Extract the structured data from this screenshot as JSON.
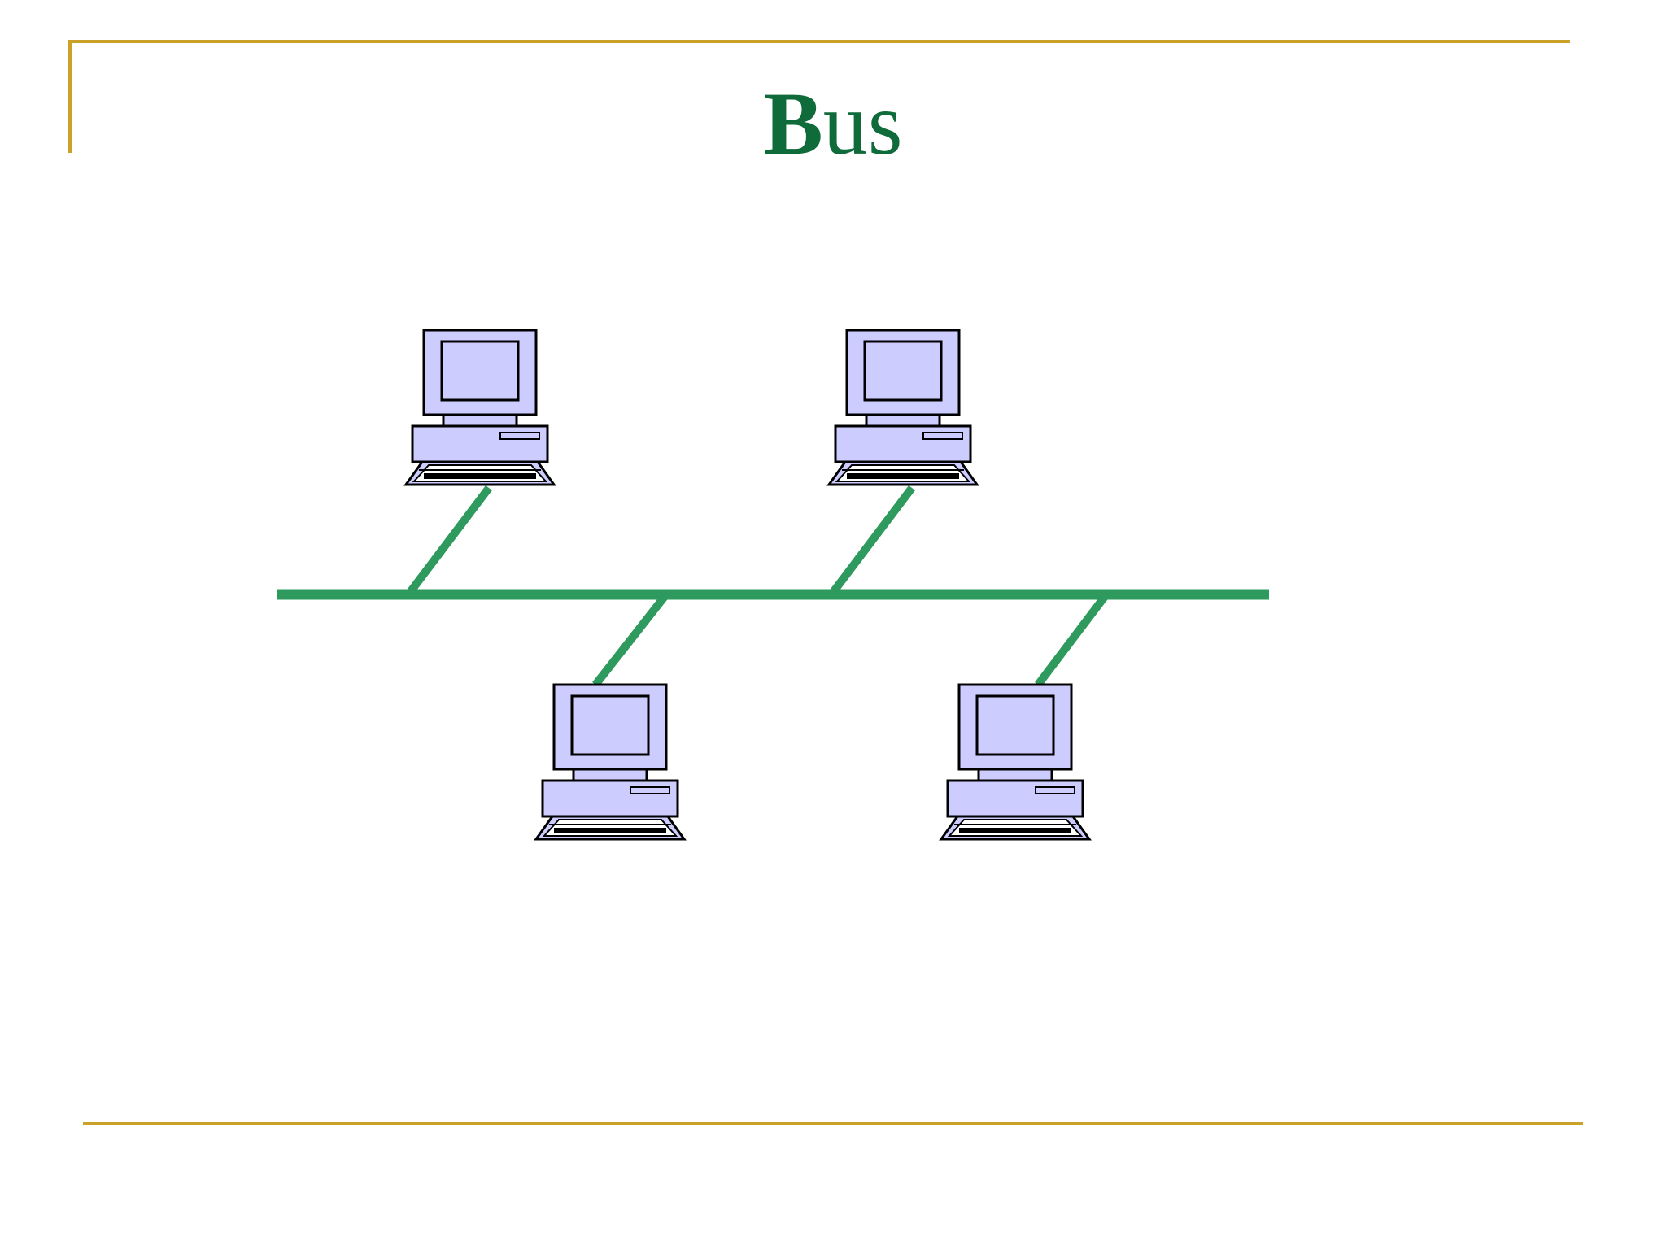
{
  "slide": {
    "title_first": "B",
    "title_rest": "us"
  },
  "colors": {
    "frame": "#c9a227",
    "title": "#0f6b3a",
    "bus": "#2e9a5e",
    "computer_fill": "#ccccff",
    "computer_stroke": "#000000"
  },
  "diagram": {
    "type": "bus-topology",
    "node_count": 4,
    "nodes": [
      {
        "name": "computer-top-left",
        "side": "above"
      },
      {
        "name": "computer-top-right",
        "side": "above"
      },
      {
        "name": "computer-bottom-left",
        "side": "below"
      },
      {
        "name": "computer-bottom-right",
        "side": "below"
      }
    ]
  }
}
